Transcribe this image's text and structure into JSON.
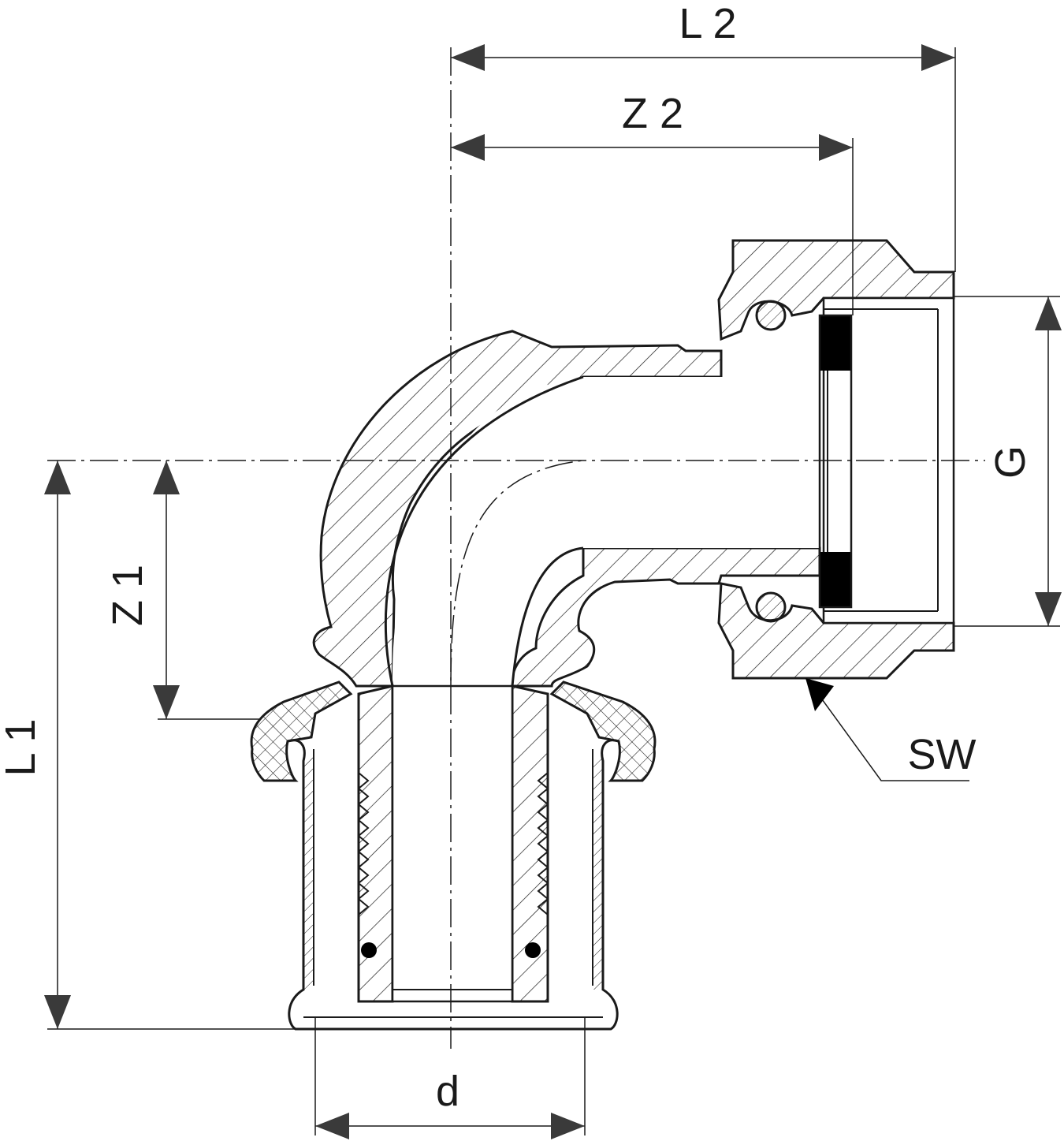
{
  "drawing": {
    "labels": {
      "L2": "L 2",
      "Z2": "Z 2",
      "L1": "L 1",
      "Z1": "Z 1",
      "G": "G",
      "SW": "SW",
      "d": "d"
    },
    "colors": {
      "line": "#1a1a1a",
      "fill": "#ffffff",
      "seal": "#000000"
    }
  }
}
